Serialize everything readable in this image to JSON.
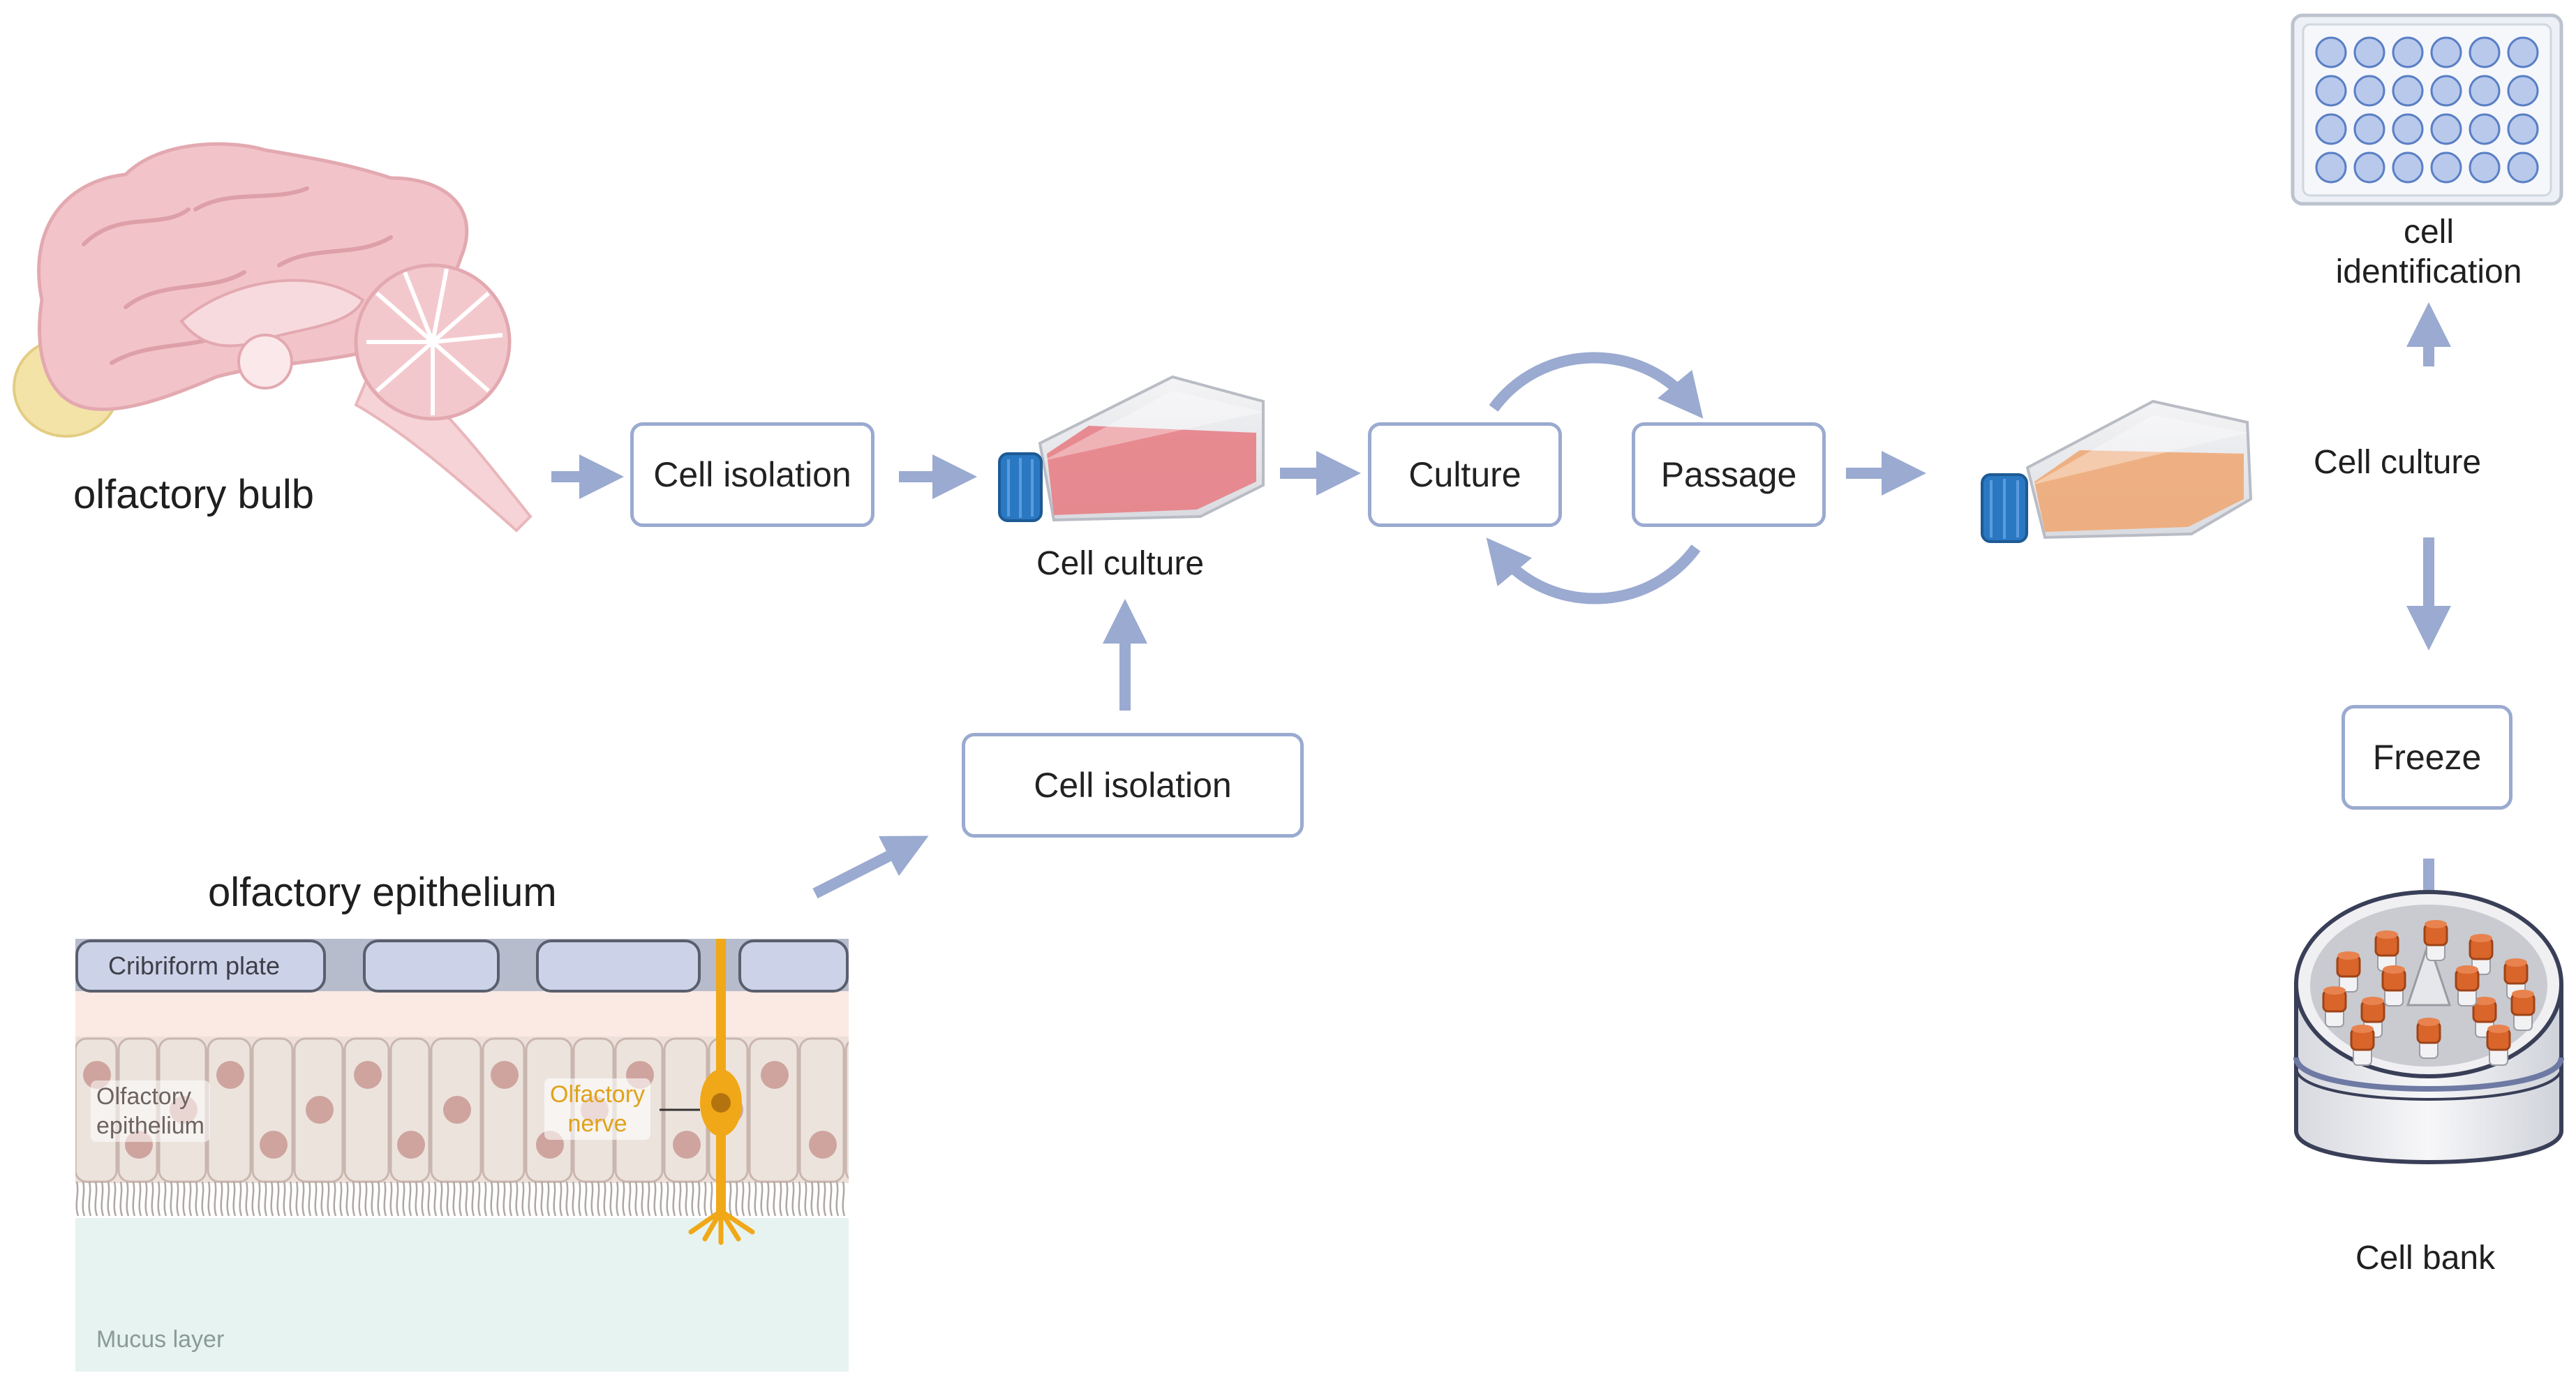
{
  "diagram": {
    "olfactory_bulb": {
      "label": "olfactory bulb"
    },
    "olfactory_epithelium": {
      "label": "olfactory epithelium",
      "cribriform_plate": "Cribriform plate",
      "epithelium_label_line1": "Olfactory",
      "epithelium_label_line2": "epithelium",
      "nerve_label_line1": "Olfactory",
      "nerve_label_line2": "nerve",
      "mucus_label": "Mucus layer"
    },
    "steps": {
      "cell_isolation_top": "Cell isolation",
      "cell_isolation_bottom": "Cell isolation",
      "cell_culture_1": "Cell culture",
      "culture": "Culture",
      "passage": "Passage",
      "cell_culture_2": "Cell culture",
      "cell_identification_line1": "cell",
      "cell_identification_line2": "identification",
      "freeze": "Freeze",
      "cell_bank": "Cell bank"
    }
  },
  "colors": {
    "arrow": "#9aaad0",
    "box_border": "#9aaad0",
    "brain": "#f2c4c9",
    "flask_pink": "#e77f86",
    "flask_orange": "#eeaa77",
    "cap_blue": "#2a78c2",
    "nerve": "#f0a818",
    "plate_blue": "#b8c9ec",
    "vial_orange": "#d9652b"
  }
}
